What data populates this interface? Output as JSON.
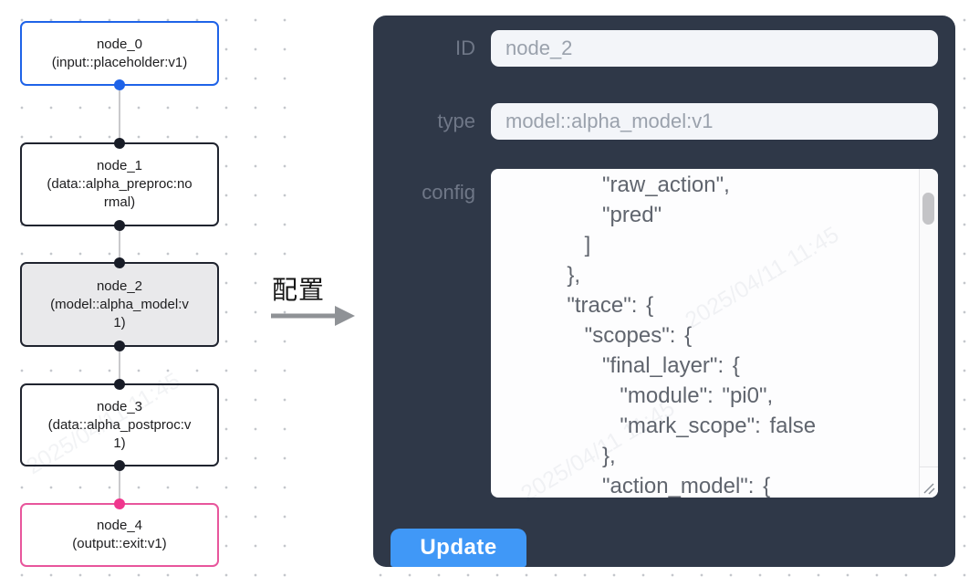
{
  "watermark": {
    "text": "2025/04/11 11:45"
  },
  "flow": {
    "nodes": [
      {
        "id": "node_0",
        "type": "(input::placeholder:v1)"
      },
      {
        "id": "node_1",
        "type": "(data::alpha_preproc:normal)"
      },
      {
        "id": "node_2",
        "type": "(model::alpha_model:v1)"
      },
      {
        "id": "node_3",
        "type": "(data::alpha_postproc:v1)"
      },
      {
        "id": "node_4",
        "type": "(output::exit:v1)"
      }
    ],
    "selected_node": "node_2",
    "colors": {
      "input_node_accent": "#1f63e8",
      "default_node_border": "#20242f",
      "output_node_accent": "#e8569c",
      "output_handle": "#f0368e",
      "selected_node_fill": "#e9e9eb",
      "edge": "#c9c9cc"
    }
  },
  "transition": {
    "label": "配置"
  },
  "panel": {
    "id_label": "ID",
    "id_value": "node_2",
    "type_label": "type",
    "type_value": "model::alpha_model:v1",
    "config_label": "config",
    "config_lines": [
      "      \"raw_action\",",
      "      \"pred\"",
      "    ]",
      "  },",
      "  \"trace\": {",
      "    \"scopes\": {",
      "      \"final_layer\": {",
      "        \"module\": \"pi0\",",
      "        \"mark_scope\": false",
      "      },",
      "      \"action_model\": {"
    ],
    "update_label": "Update",
    "colors": {
      "panel_bg": "#2f3848",
      "button_bg": "#4098f7",
      "field_bg": "#f3f5f9",
      "label_text": "#6f7787",
      "field_text": "#9aa1ac",
      "config_text": "#60656e"
    }
  }
}
